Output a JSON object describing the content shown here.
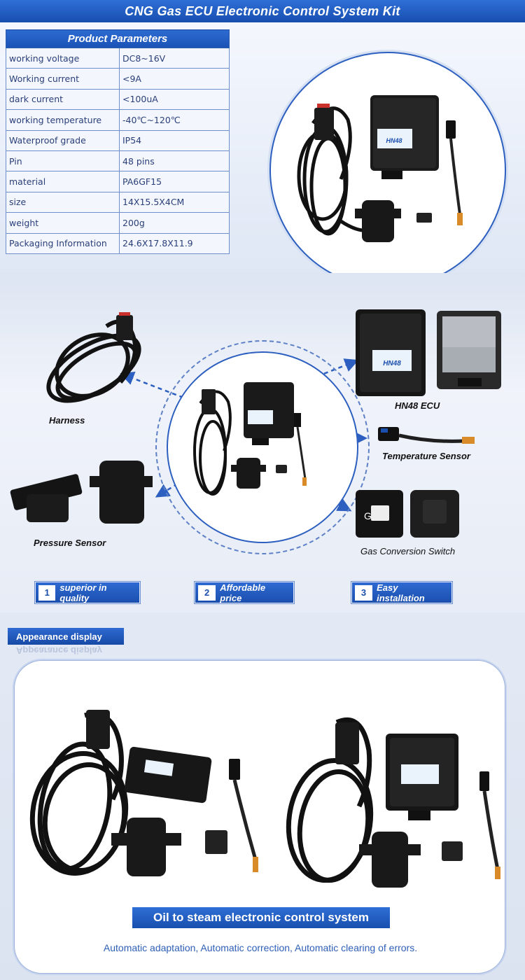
{
  "header": {
    "title": "CNG Gas  ECU Electronic Control  System Kit"
  },
  "params": {
    "title": "Product Parameters",
    "rows": [
      {
        "k": "working voltage",
        "v": "DC8~16V"
      },
      {
        "k": "Working current",
        "v": "<9A"
      },
      {
        "k": "dark current",
        "v": "<100uA"
      },
      {
        "k": "working temperature",
        "v": "-40℃~120℃"
      },
      {
        "k": "Waterproof grade",
        "v": "IP54"
      },
      {
        "k": "Pin",
        "v": "48 pins"
      },
      {
        "k": "material",
        "v": "PA6GF15"
      },
      {
        "k": "size",
        "v": "14X15.5X4CM"
      },
      {
        "k": "weight",
        "v": "200g"
      },
      {
        "k": "Packaging Information",
        "v": "24.6X17.8X11.9"
      }
    ]
  },
  "components": {
    "harness": "Harness",
    "ecu": "HN48 ECU",
    "temp_sensor": "Temperature Sensor",
    "pressure_sensor": "Pressure Sensor",
    "gas_switch": "Gas Conversion Switch",
    "ecu_badge": "HN48",
    "switch_letter": "G"
  },
  "features": [
    {
      "num": "1",
      "label": "superior in quality"
    },
    {
      "num": "2",
      "label": "Affordable price"
    },
    {
      "num": "3",
      "label": "Easy installation"
    }
  ],
  "appearance": {
    "tab": "Appearance display",
    "banner": "Oil to steam electronic control system",
    "tagline": "Automatic adaptation,  Automatic correction,  Automatic clearing of errors."
  },
  "colors": {
    "brand_blue": "#1b4fae",
    "ecu_black": "#1a1a1a",
    "harness_black": "#111111",
    "accent_orange": "#d98b2a"
  }
}
